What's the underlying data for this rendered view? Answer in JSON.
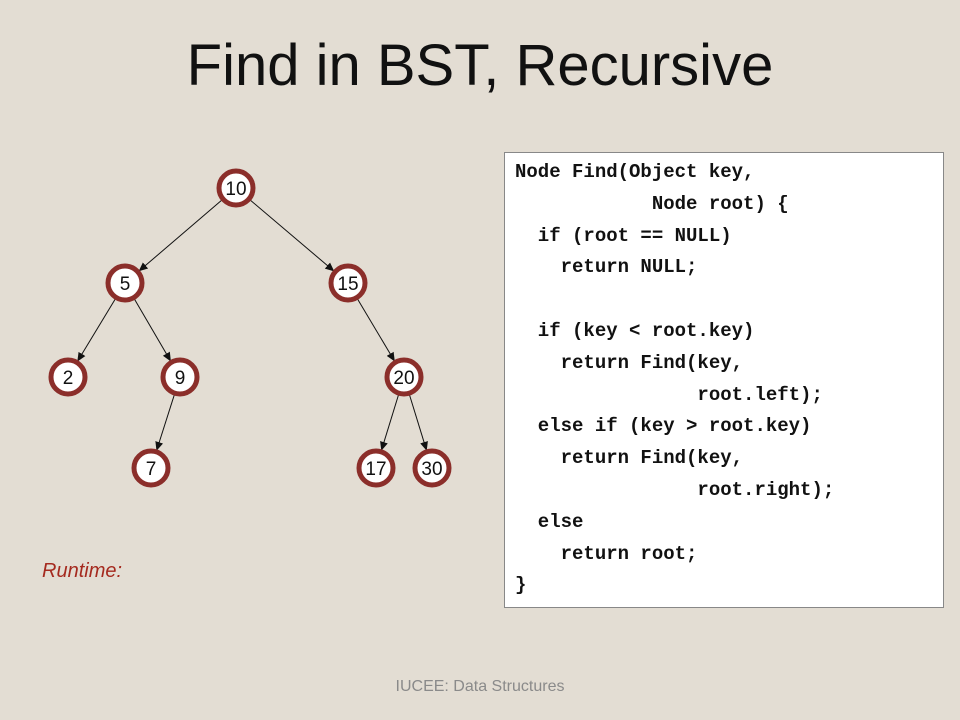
{
  "slide": {
    "title": "Find in BST, Recursive",
    "runtime_label": "Runtime:",
    "footer": "IUCEE: Data Structures"
  },
  "tree": {
    "nodes": [
      {
        "id": "n10",
        "label": "10"
      },
      {
        "id": "n5",
        "label": "5"
      },
      {
        "id": "n15",
        "label": "15"
      },
      {
        "id": "n2",
        "label": "2"
      },
      {
        "id": "n9",
        "label": "9"
      },
      {
        "id": "n20",
        "label": "20"
      },
      {
        "id": "n7",
        "label": "7"
      },
      {
        "id": "n17",
        "label": "17"
      },
      {
        "id": "n30",
        "label": "30"
      }
    ],
    "edges": [
      [
        "n10",
        "n5"
      ],
      [
        "n10",
        "n15"
      ],
      [
        "n5",
        "n2"
      ],
      [
        "n5",
        "n9"
      ],
      [
        "n15",
        "n20"
      ],
      [
        "n9",
        "n7"
      ],
      [
        "n20",
        "n17"
      ],
      [
        "n20",
        "n30"
      ]
    ]
  },
  "code": {
    "lines": [
      "Node Find(Object key,",
      "            Node root) {",
      "  if (root == NULL)",
      "    return NULL;",
      "",
      "  if (key < root.key)",
      "    return Find(key,",
      "                root.left);",
      "  else if (key > root.key)",
      "    return Find(key,",
      "                root.right);",
      "  else",
      "    return root;",
      "}"
    ]
  },
  "colors": {
    "background": "#e3ddd3",
    "node_ring": "#8b2e2a",
    "node_fill": "#ffffff",
    "runtime_text": "#a52a1f"
  }
}
